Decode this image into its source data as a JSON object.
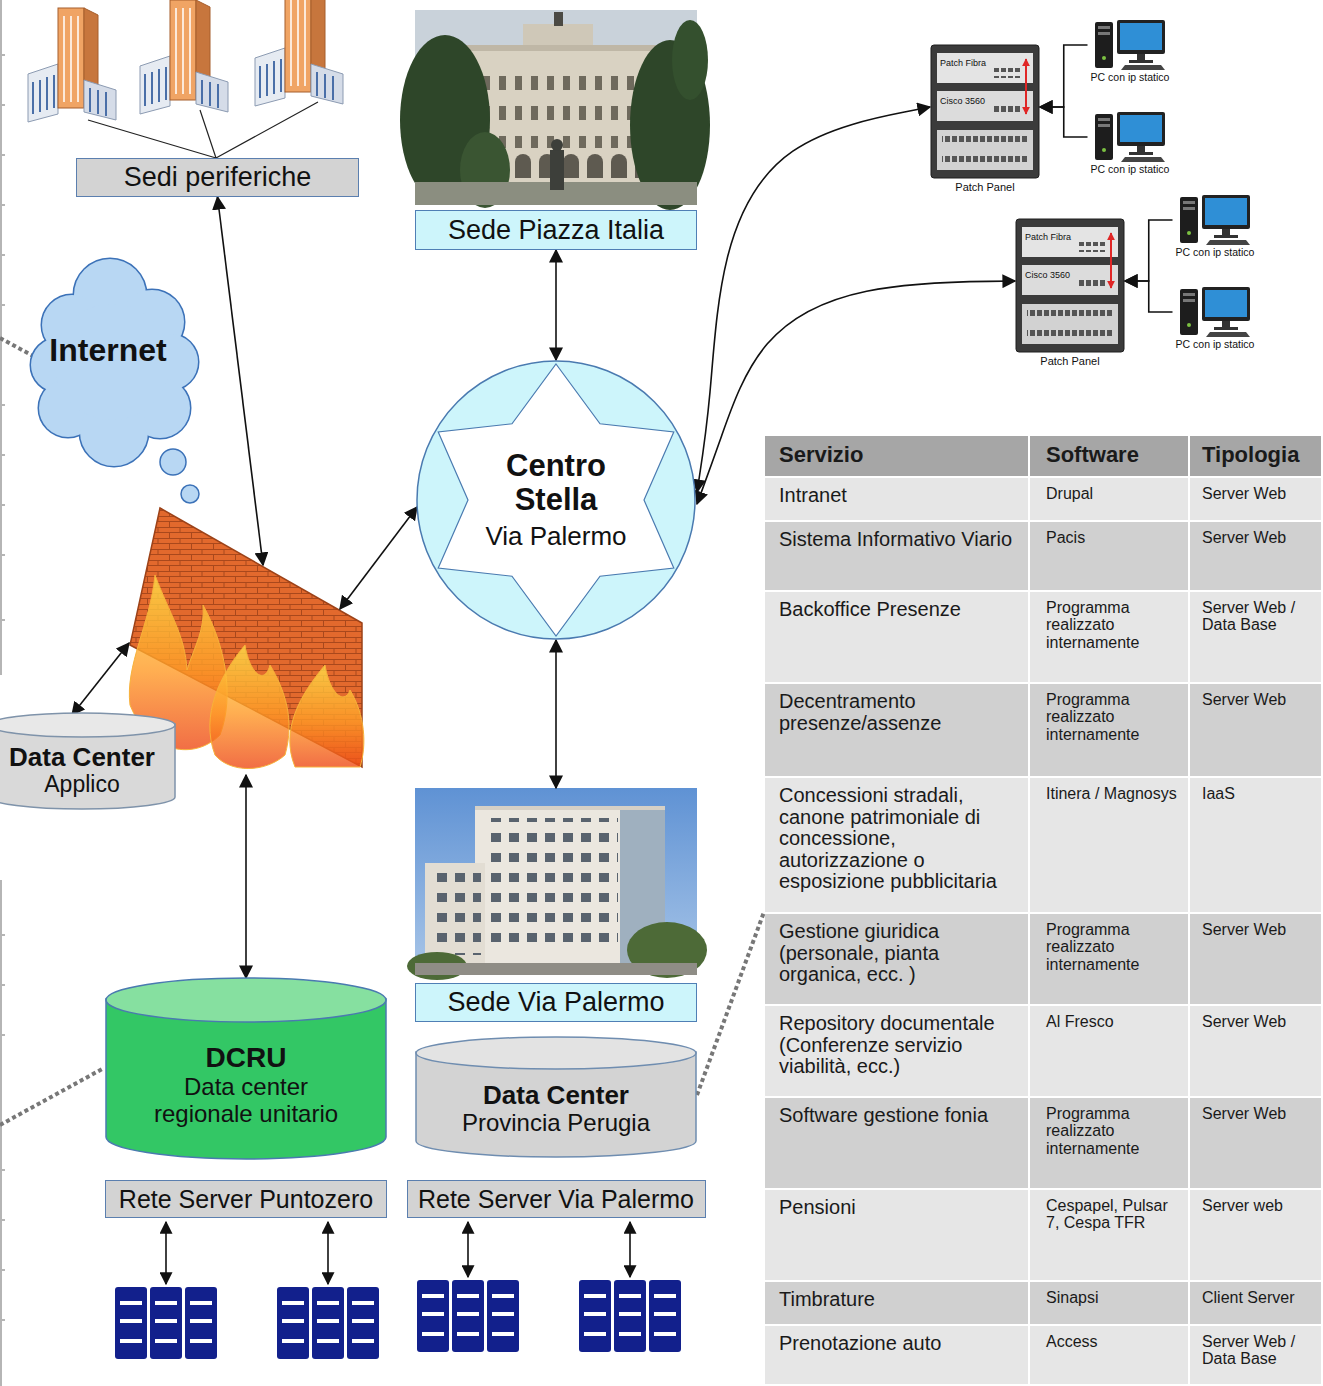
{
  "diagram": {
    "nodes": [
      {
        "text": [
          "Sedi periferiche"
        ]
      },
      {
        "text": [
          "Sede Piazza Italia"
        ]
      },
      {
        "text": [
          "Patch Fibra",
          "Cisco 3560",
          "Patch Panel"
        ]
      },
      {
        "text": [
          "PC con ip statico"
        ]
      },
      {
        "text": [
          "PC con ip statico"
        ]
      },
      {
        "text": [
          "Patch Fibra",
          "Cisco 3560",
          "Patch Panel"
        ]
      },
      {
        "text": [
          "PC con ip statico"
        ]
      },
      {
        "text": [
          "PC con ip statico"
        ]
      },
      {
        "text": [
          "Internet"
        ]
      },
      {
        "text": [
          "Centro Stella",
          "Via Palermo"
        ]
      },
      {
        "text": []
      },
      {
        "text": [
          "Data Center",
          "Applico"
        ]
      },
      {
        "text": [
          "Sede Via Palermo"
        ]
      },
      {
        "text": [
          "DCRU",
          "Data center regionale unitario"
        ]
      },
      {
        "text": [
          "Data Center",
          "Provincia Perugia"
        ]
      },
      {
        "text": [
          "Rete Server Puntozero"
        ]
      },
      {
        "text": [
          "Rete Server Via Palermo"
        ]
      }
    ],
    "edges": [
      {
        "from": 0,
        "to": 10,
        "arrow": "both"
      },
      {
        "from": 1,
        "to": 9,
        "arrow": "both"
      },
      {
        "from": 9,
        "to": 2,
        "arrow": "both"
      },
      {
        "from": 9,
        "to": 5,
        "arrow": "both"
      },
      {
        "from": 3,
        "to": 2,
        "arrow": "to"
      },
      {
        "from": 4,
        "to": 2,
        "arrow": "to"
      },
      {
        "from": 6,
        "to": 5,
        "arrow": "to"
      },
      {
        "from": 7,
        "to": 5,
        "arrow": "to"
      },
      {
        "from": 10,
        "to": 9,
        "arrow": "both"
      },
      {
        "from": 10,
        "to": 11,
        "arrow": "both"
      },
      {
        "from": 10,
        "to": 13,
        "arrow": "both"
      },
      {
        "from": 9,
        "to": 12,
        "arrow": "both"
      }
    ],
    "labels": [
      "Servizio",
      "Software",
      "Tipologia",
      "Intranet",
      "Drupal",
      "Server Web",
      "Sistema Informativo Viario",
      "Pacis",
      "Server Web",
      "Backoffice Presenze",
      "Programma realizzato internamente",
      "Server Web / Data Base",
      "Decentramento presenze/assenze",
      "Programma realizzato internamente",
      "Server Web",
      "Concessioni stradali, canone patrimoniale di concessione, autorizzazione o esposizione pubblicitaria",
      "Itinera / Magnosys",
      "IaaS",
      "Gestione giuridica (personale, pianta organica, ecc. )",
      "Programma realizzato internamente",
      "Server Web",
      "Repository documentale (Conferenze servizio viabilità, ecc.)",
      "Al Fresco",
      "Server Web",
      "Software gestione fonia",
      "Programma realizzato internamente",
      "Server Web",
      "Pensioni",
      "Cespapel, Pulsar 7, Cespa TFR",
      "Server web",
      "Timbrature",
      "Sinapsi",
      "Client Server",
      "Prenotazione auto",
      "Access",
      "Server Web / Data Base"
    ]
  }
}
